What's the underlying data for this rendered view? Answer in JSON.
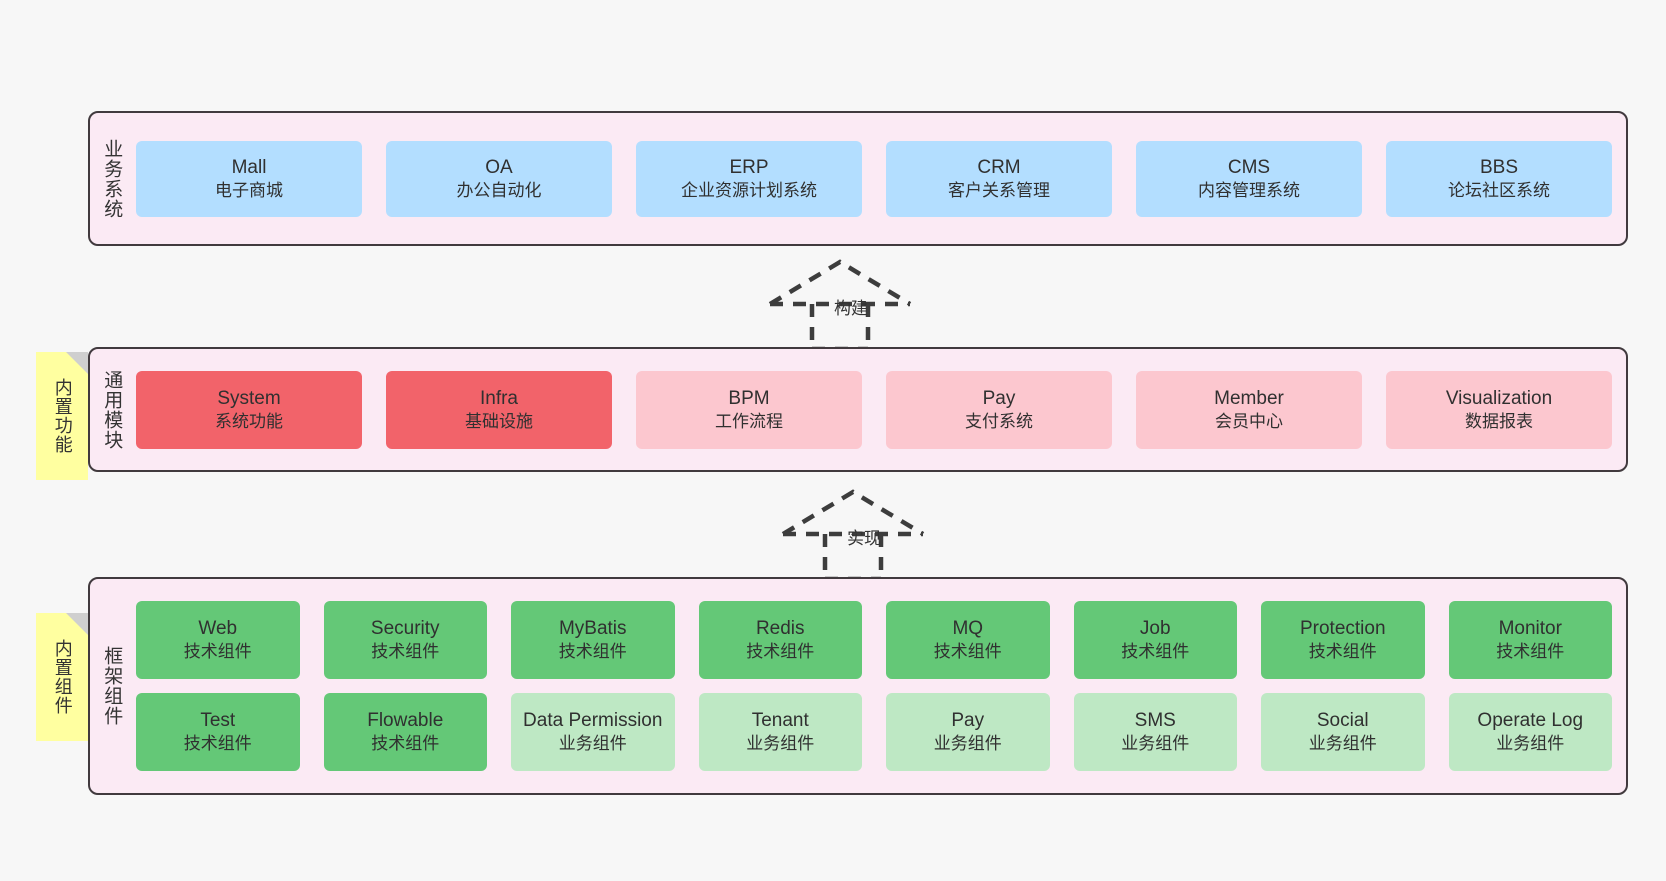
{
  "diagram": {
    "title": "System Architecture Layers",
    "background": "#f7f7f7",
    "container_fill": "#fbeaf4",
    "container_border": "#413a3e",
    "note_fill": "#ffffa0"
  },
  "notes": [
    {
      "id": "note-builtin-features",
      "label": "内置功能"
    },
    {
      "id": "note-builtin-components",
      "label": "内置组件"
    }
  ],
  "connectors": [
    {
      "id": "connector-build",
      "label": "构建",
      "style": "dashed-generalization"
    },
    {
      "id": "connector-implement",
      "label": "实现",
      "style": "dashed-generalization"
    }
  ],
  "sections": [
    {
      "id": "business-systems",
      "label": "业务系统",
      "rows": [
        {
          "nodes": [
            {
              "en": "Mall",
              "cn": "电子商城",
              "color": "#b3deff",
              "variant": "blue"
            },
            {
              "en": "OA",
              "cn": "办公自动化",
              "color": "#b3deff",
              "variant": "blue"
            },
            {
              "en": "ERP",
              "cn": "企业资源计划系统",
              "color": "#b3deff",
              "variant": "blue"
            },
            {
              "en": "CRM",
              "cn": "客户关系管理",
              "color": "#b3deff",
              "variant": "blue"
            },
            {
              "en": "CMS",
              "cn": "内容管理系统",
              "color": "#b3deff",
              "variant": "blue"
            },
            {
              "en": "BBS",
              "cn": "论坛社区系统",
              "color": "#b3deff",
              "variant": "blue"
            }
          ]
        }
      ]
    },
    {
      "id": "common-modules",
      "label": "通用模块",
      "rows": [
        {
          "nodes": [
            {
              "en": "System",
              "cn": "系统功能",
              "color": "#f2636a",
              "variant": "red"
            },
            {
              "en": "Infra",
              "cn": "基础设施",
              "color": "#f2636a",
              "variant": "red"
            },
            {
              "en": "BPM",
              "cn": "工作流程",
              "color": "#fcc7cf",
              "variant": "pink"
            },
            {
              "en": "Pay",
              "cn": "支付系统",
              "color": "#fcc7cf",
              "variant": "pink"
            },
            {
              "en": "Member",
              "cn": "会员中心",
              "color": "#fcc7cf",
              "variant": "pink"
            },
            {
              "en": "Visualization",
              "cn": "数据报表",
              "color": "#fcc7cf",
              "variant": "pink"
            }
          ]
        }
      ]
    },
    {
      "id": "framework-components",
      "label": "框架组件",
      "rows": [
        {
          "nodes": [
            {
              "en": "Web",
              "cn": "技术组件",
              "color": "#64c877",
              "variant": "green"
            },
            {
              "en": "Security",
              "cn": "技术组件",
              "color": "#64c877",
              "variant": "green"
            },
            {
              "en": "MyBatis",
              "cn": "技术组件",
              "color": "#64c877",
              "variant": "green"
            },
            {
              "en": "Redis",
              "cn": "技术组件",
              "color": "#64c877",
              "variant": "green"
            },
            {
              "en": "MQ",
              "cn": "技术组件",
              "color": "#64c877",
              "variant": "green"
            },
            {
              "en": "Job",
              "cn": "技术组件",
              "color": "#64c877",
              "variant": "green"
            },
            {
              "en": "Protection",
              "cn": "技术组件",
              "color": "#64c877",
              "variant": "green"
            },
            {
              "en": "Monitor",
              "cn": "技术组件",
              "color": "#64c877",
              "variant": "green"
            }
          ]
        },
        {
          "nodes": [
            {
              "en": "Test",
              "cn": "技术组件",
              "color": "#64c877",
              "variant": "green"
            },
            {
              "en": "Flowable",
              "cn": "技术组件",
              "color": "#64c877",
              "variant": "green"
            },
            {
              "en": "Data Permission",
              "cn": "业务组件",
              "color": "#bee8c4",
              "variant": "lightgreen",
              "wrap": true
            },
            {
              "en": "Tenant",
              "cn": "业务组件",
              "color": "#bee8c4",
              "variant": "lightgreen"
            },
            {
              "en": "Pay",
              "cn": "业务组件",
              "color": "#bee8c4",
              "variant": "lightgreen"
            },
            {
              "en": "SMS",
              "cn": "业务组件",
              "color": "#bee8c4",
              "variant": "lightgreen"
            },
            {
              "en": "Social",
              "cn": "业务组件",
              "color": "#bee8c4",
              "variant": "lightgreen"
            },
            {
              "en": "Operate Log",
              "cn": "业务组件",
              "color": "#bee8c4",
              "variant": "lightgreen"
            }
          ]
        }
      ]
    }
  ]
}
